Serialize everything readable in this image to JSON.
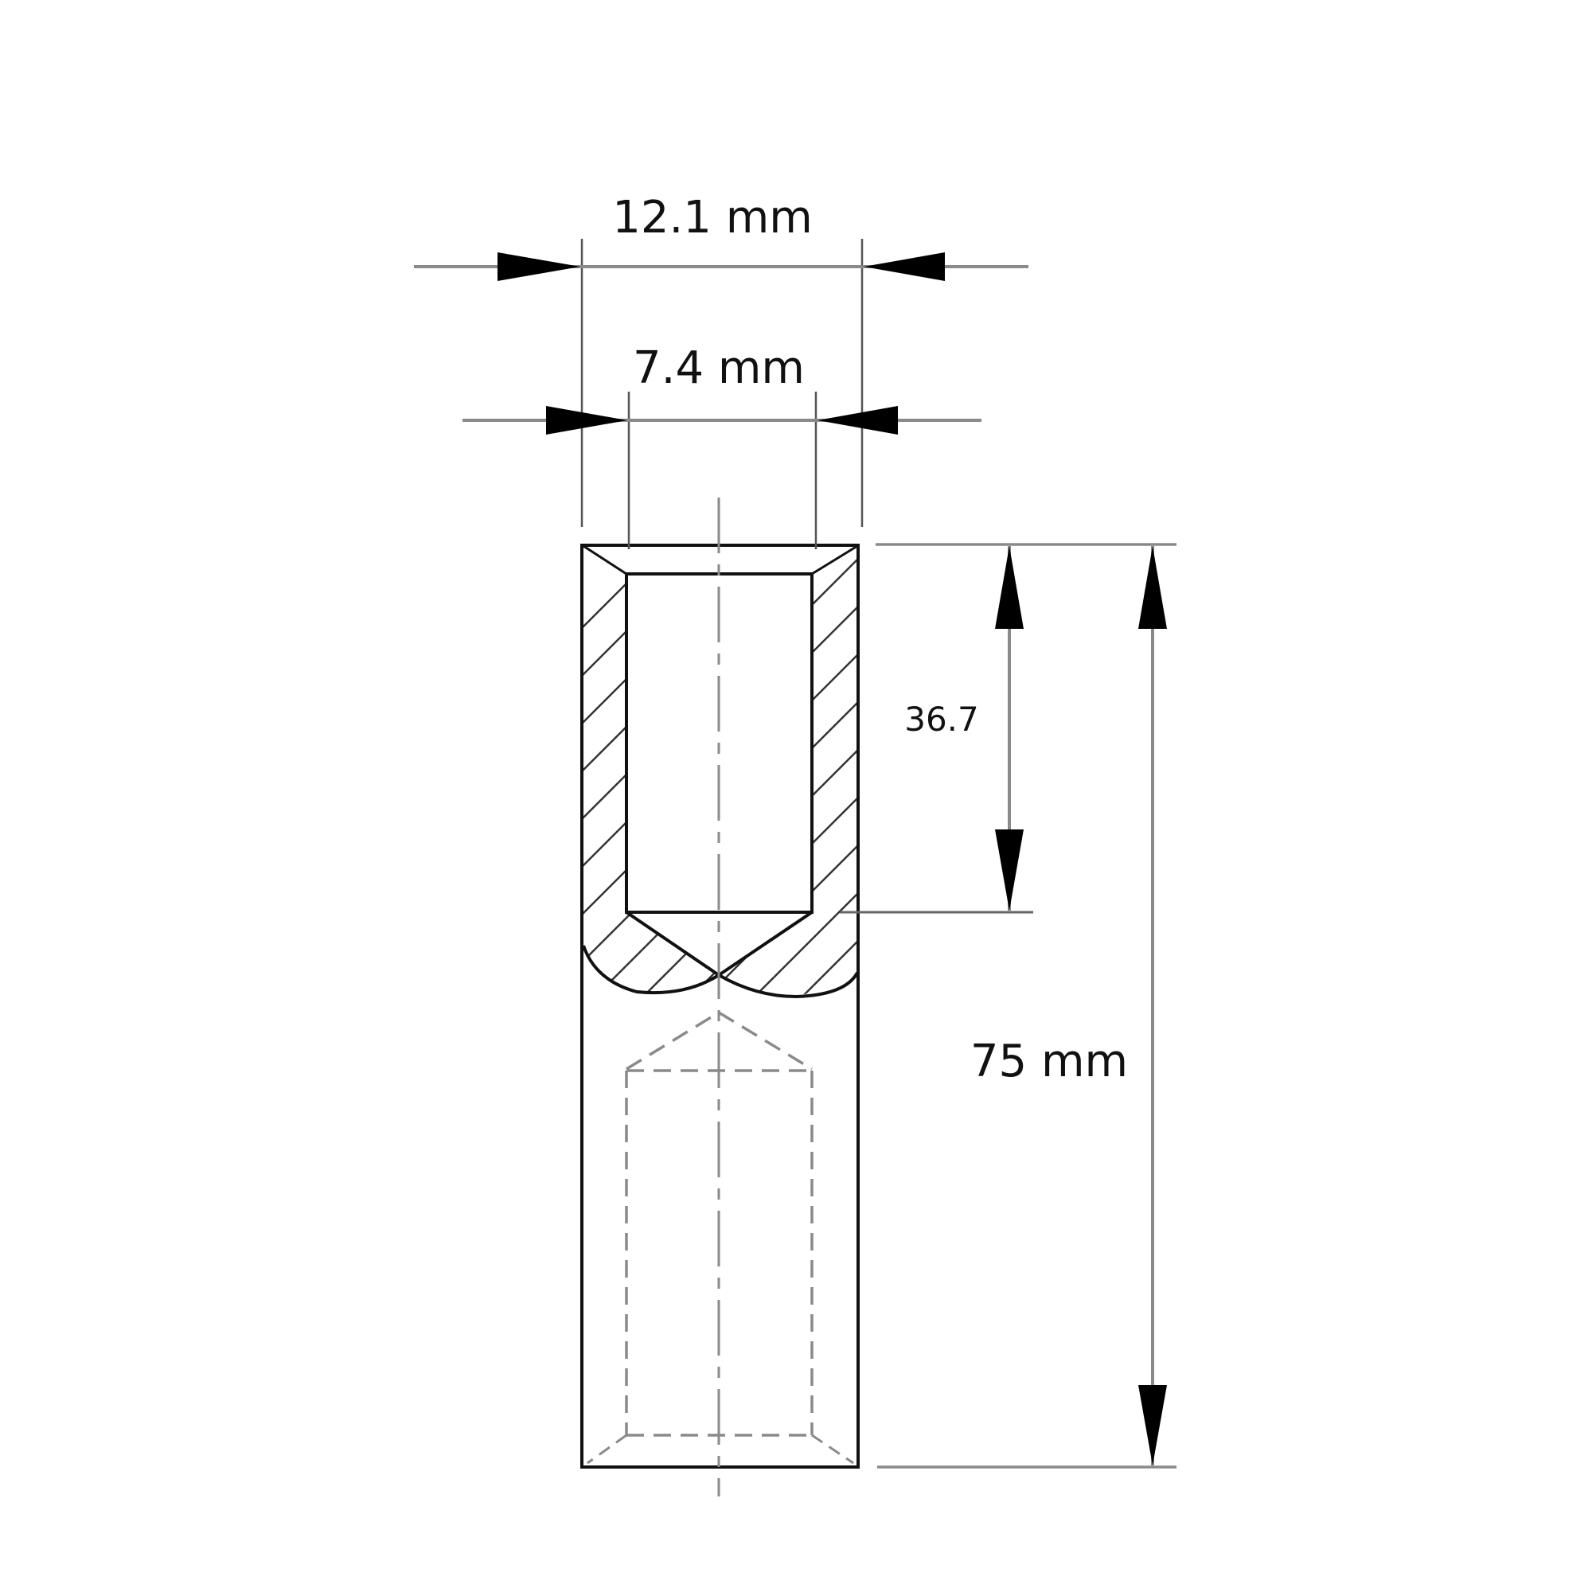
{
  "drawing": {
    "title": "Blind hole sleeve - section view with dimensions",
    "colors": {
      "background": "#ffffff",
      "outline": "#111111",
      "dim_line": "#7a7a7a",
      "hidden_line": "#8a8a8a",
      "arrow": "#000000",
      "hatch": "#333333"
    },
    "dimensions": {
      "outer_diameter": {
        "label": "12.1 mm",
        "value": 12.1,
        "unit": "mm"
      },
      "bore_diameter": {
        "label": "7.4 mm",
        "value": 7.4,
        "unit": "mm"
      },
      "bore_depth": {
        "label": "36.7",
        "value": 36.7
      },
      "overall_length": {
        "label": "75 mm",
        "value": 75,
        "unit": "mm"
      }
    }
  }
}
